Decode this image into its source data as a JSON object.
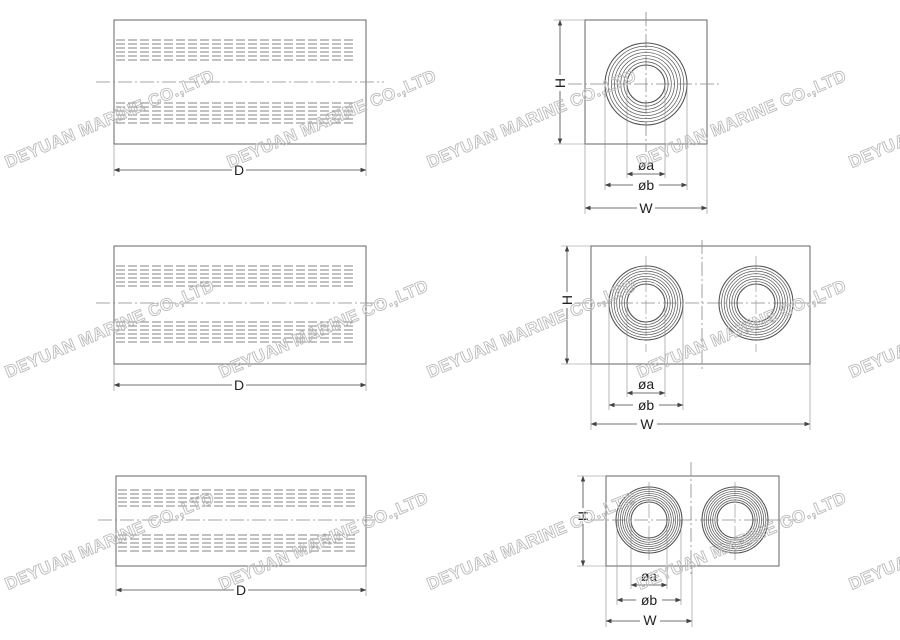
{
  "watermark": "DEYUAN MARINE CO.,LTD",
  "colors": {
    "line": "#666666",
    "dimension": "#444444",
    "watermark": "#bdbdbd"
  },
  "rows": [
    {
      "side_view": {
        "length_label": "D"
      },
      "end_view": {
        "holes": 1,
        "height_label": "H",
        "inner_dia_label": "øa",
        "outer_dia_label": "øb",
        "width_label": "W"
      }
    },
    {
      "side_view": {
        "length_label": "D"
      },
      "end_view": {
        "holes": 2,
        "height_label": "H",
        "inner_dia_label": "øa",
        "outer_dia_label": "øb",
        "width_label": "W"
      }
    },
    {
      "side_view": {
        "length_label": "D"
      },
      "end_view": {
        "holes": 2,
        "height_label": "H",
        "inner_dia_label": "øa",
        "outer_dia_label": "øb",
        "width_label": "W"
      }
    }
  ]
}
